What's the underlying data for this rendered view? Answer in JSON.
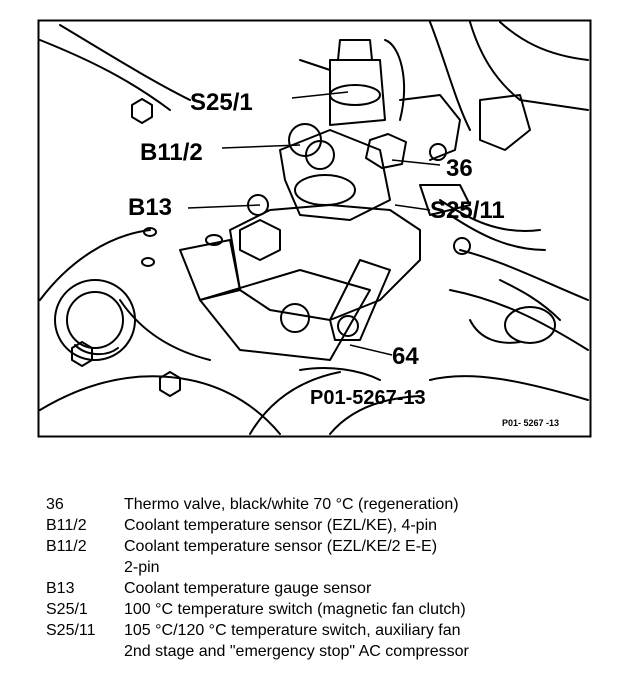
{
  "diagram": {
    "callouts": {
      "s25_1": "S25/1",
      "b11_2": "B11/2",
      "b13": "B13",
      "c36": "36",
      "s25_11": "S25/11",
      "c64": "64"
    },
    "figure_id": "P01-5267-13",
    "corner_id": "P01- 5267 -13"
  },
  "legend": [
    {
      "code": "36",
      "desc": "Thermo valve, black/white 70 °C (regeneration)"
    },
    {
      "code": "B11/2",
      "desc": "Coolant temperature sensor (EZL/KE), 4-pin"
    },
    {
      "code": "B11/2",
      "desc": "Coolant temperature sensor (EZL/KE/2 E-E)\n2-pin"
    },
    {
      "code": "B13",
      "desc": "Coolant temperature gauge sensor"
    },
    {
      "code": "S25/1",
      "desc": "100 °C temperature switch (magnetic fan clutch)"
    },
    {
      "code": "S25/11",
      "desc": "105 °C/120 °C temperature switch, auxiliary fan\n2nd stage and \"emergency stop\" AC compressor"
    }
  ]
}
